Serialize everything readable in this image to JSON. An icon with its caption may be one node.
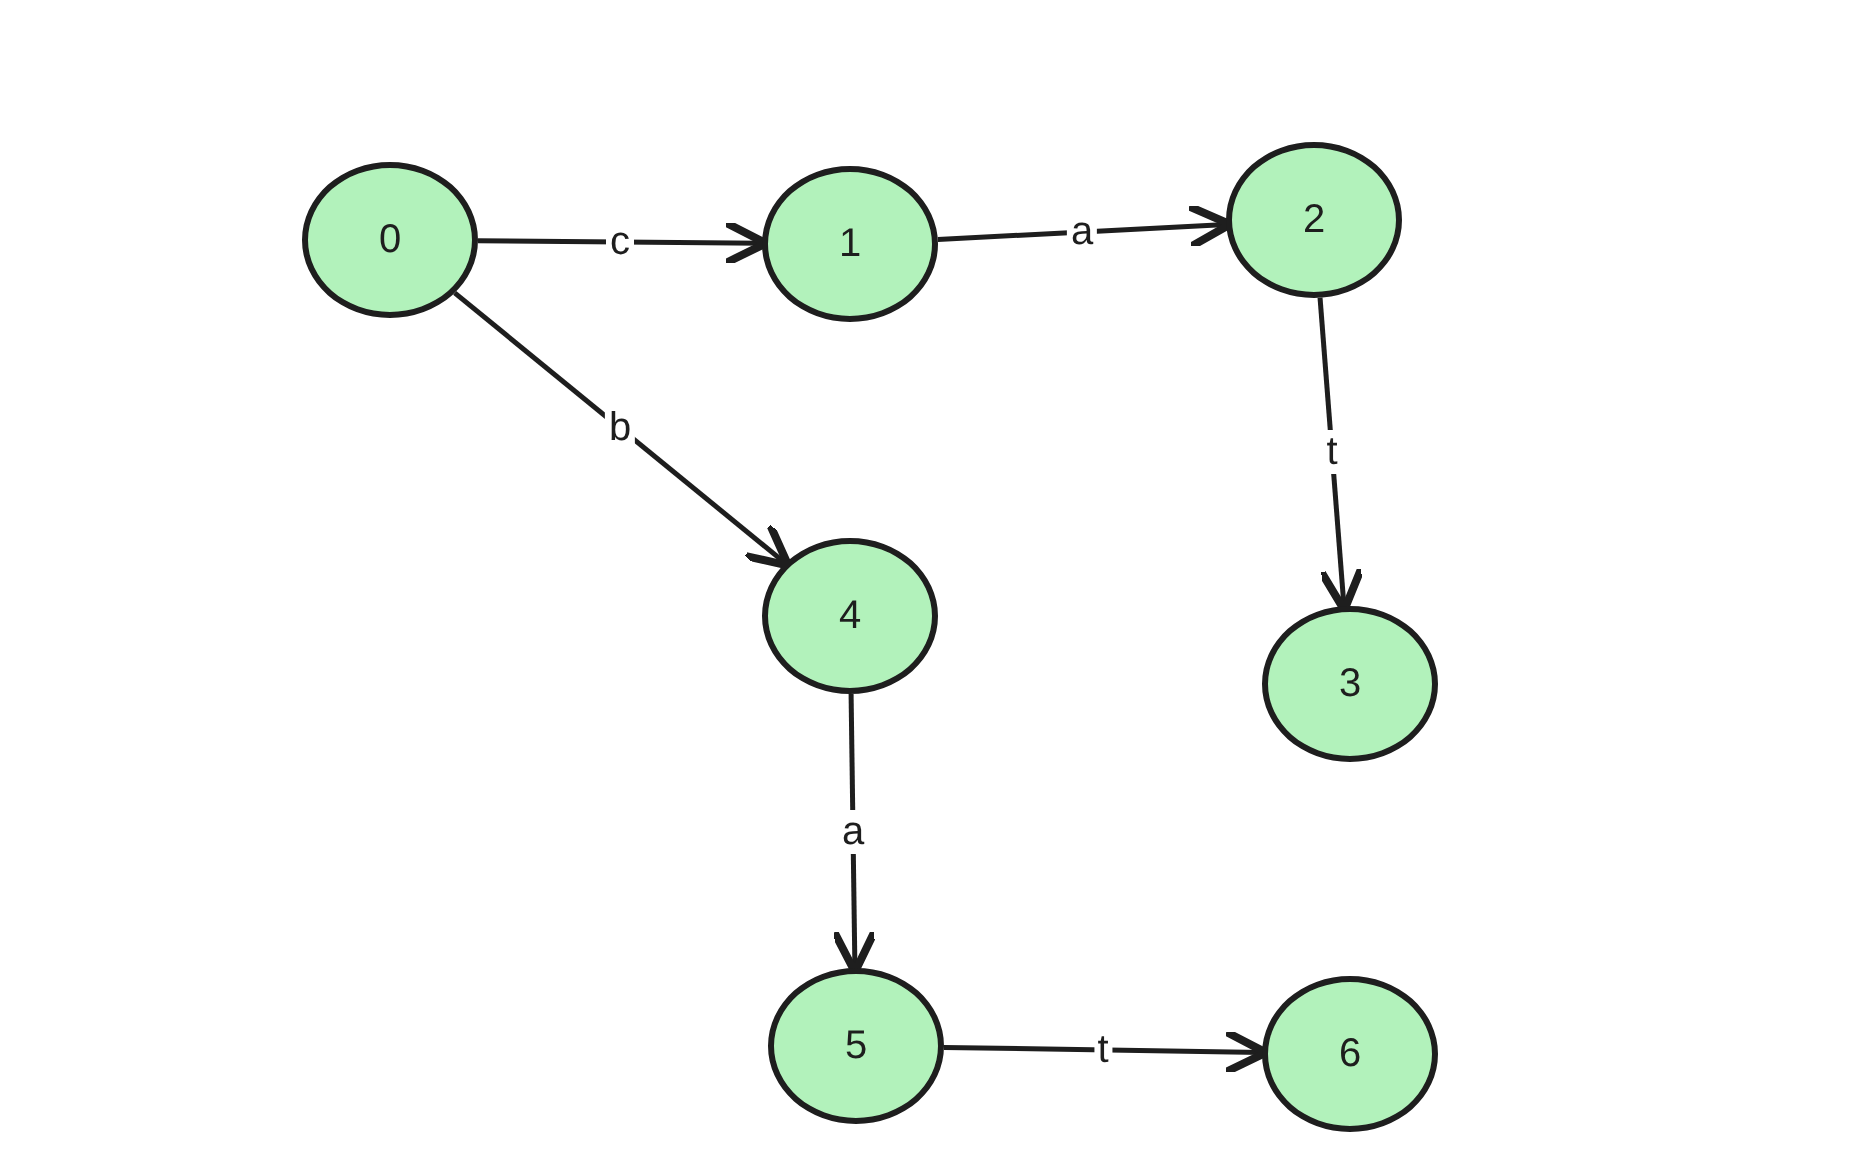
{
  "diagram": {
    "nodes": [
      {
        "text": [
          "0"
        ]
      },
      {
        "text": [
          "1"
        ]
      },
      {
        "text": [
          "2"
        ]
      },
      {
        "text": [
          "3"
        ]
      },
      {
        "text": [
          "4"
        ]
      },
      {
        "text": [
          "5"
        ]
      },
      {
        "text": [
          "6"
        ]
      }
    ],
    "edges": [
      {
        "from": 0,
        "to": 1,
        "arrow": "to",
        "label": "c"
      },
      {
        "from": 1,
        "to": 2,
        "arrow": "to",
        "label": "a"
      },
      {
        "from": 2,
        "to": 3,
        "arrow": "to",
        "label": "t"
      },
      {
        "from": 0,
        "to": 4,
        "arrow": "to",
        "label": "b"
      },
      {
        "from": 4,
        "to": 5,
        "arrow": "to",
        "label": "a"
      },
      {
        "from": 5,
        "to": 6,
        "arrow": "to",
        "label": "t"
      }
    ]
  }
}
